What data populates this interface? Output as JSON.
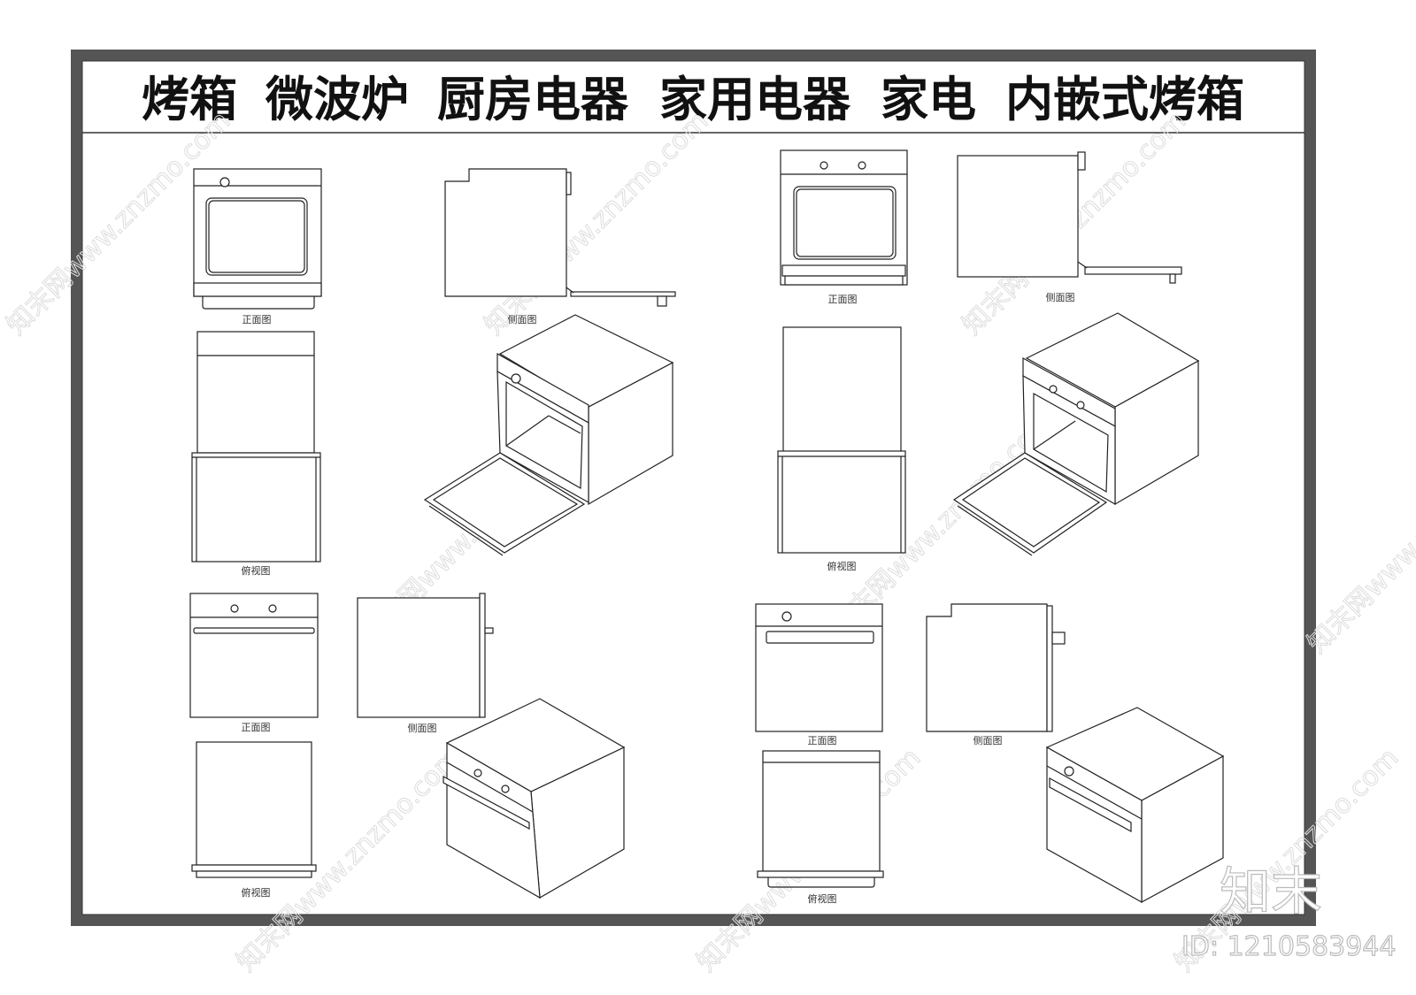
{
  "title": {
    "segments": [
      "烤箱",
      "微波炉",
      "厨房电器",
      "家用电器",
      "家电",
      "内嵌式烤箱"
    ]
  },
  "views": {
    "front": "正面图",
    "side": "侧面图",
    "top": "俯视图"
  },
  "groups": [
    {
      "front_label": "正面图",
      "side_label": "侧面图",
      "top_label": "俯视图"
    },
    {
      "front_label": "正面图",
      "side_label": "侧面图",
      "top_label": "俯视图"
    },
    {
      "front_label": "正面图",
      "side_label": "侧面图",
      "top_label": "俯视图"
    },
    {
      "front_label": "正面图",
      "side_label": "侧面图",
      "top_label": "俯视图"
    }
  ],
  "watermark": "知末网www.znzmo.com",
  "logo": {
    "text": "知末",
    "id": "ID: 1210583944"
  },
  "colors": {
    "frame": "#555555",
    "lines": "#222222",
    "background": "#ffffff"
  }
}
